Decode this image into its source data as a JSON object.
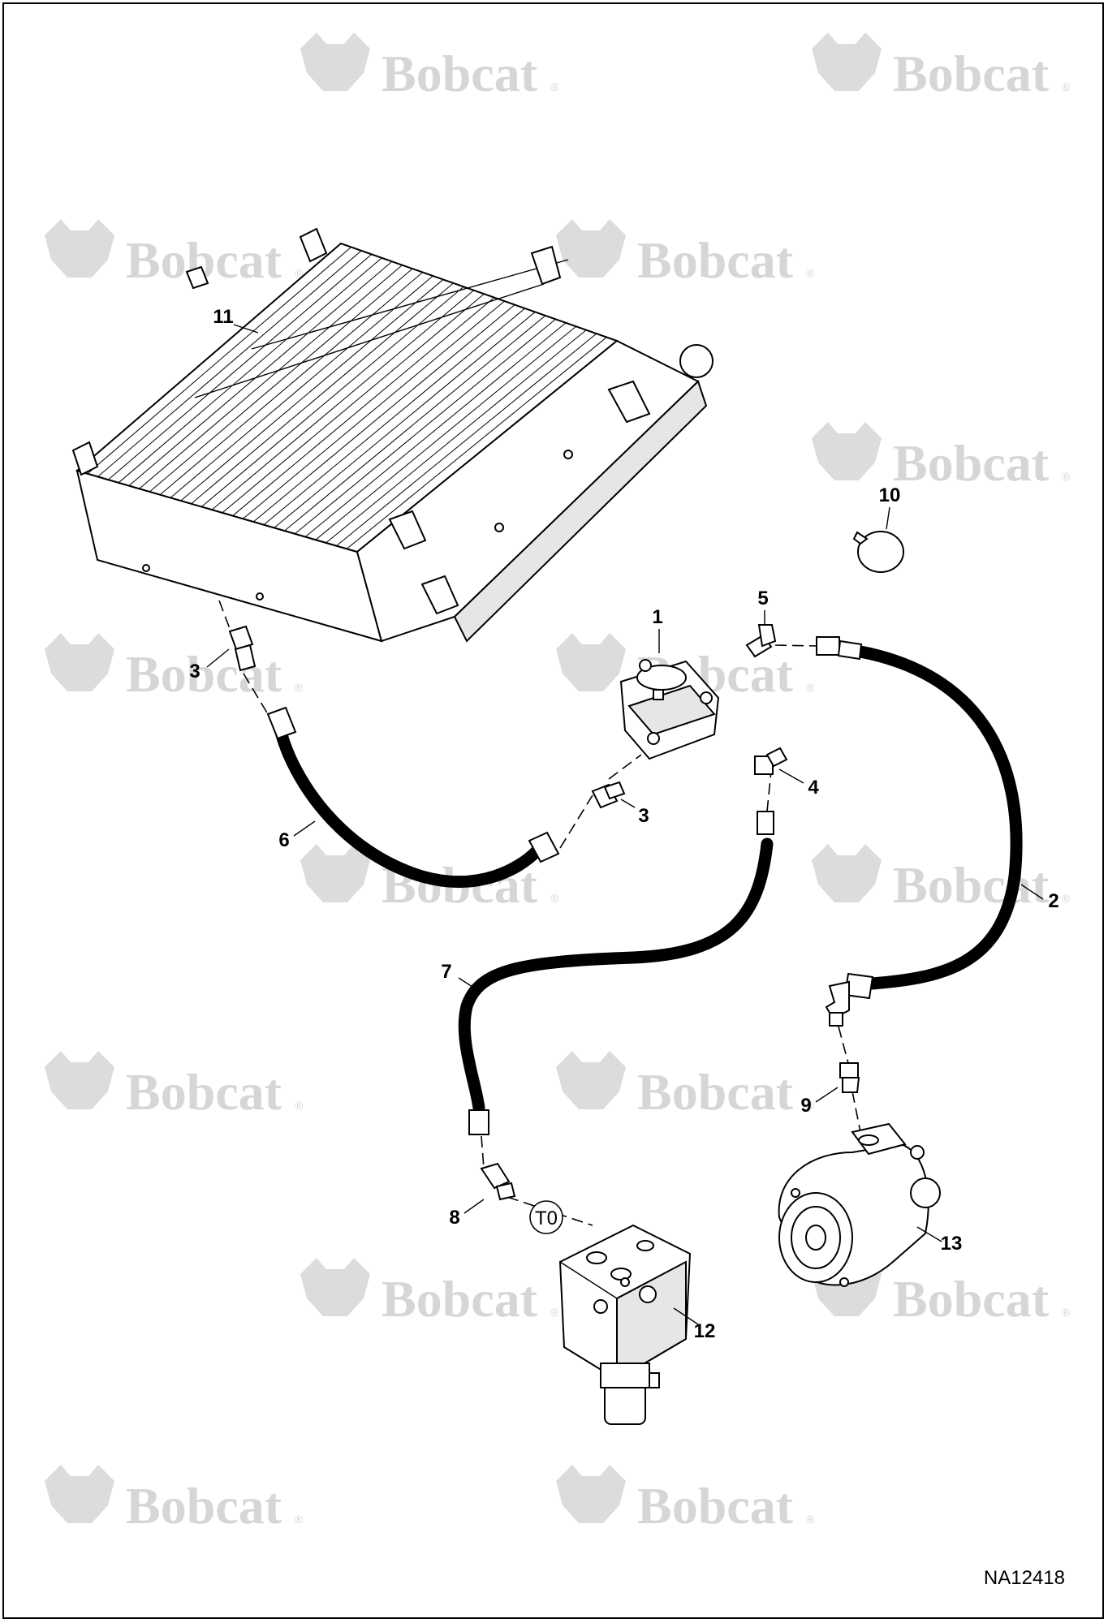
{
  "watermark": {
    "brand": "Bobcat",
    "registered_mark": "®"
  },
  "callouts": [
    {
      "id": "1",
      "label": "1"
    },
    {
      "id": "2",
      "label": "2"
    },
    {
      "id": "3a",
      "label": "3"
    },
    {
      "id": "3b",
      "label": "3"
    },
    {
      "id": "4",
      "label": "4"
    },
    {
      "id": "5",
      "label": "5"
    },
    {
      "id": "6",
      "label": "6"
    },
    {
      "id": "7",
      "label": "7"
    },
    {
      "id": "8",
      "label": "8"
    },
    {
      "id": "9",
      "label": "9"
    },
    {
      "id": "10",
      "label": "10"
    },
    {
      "id": "11",
      "label": "11"
    },
    {
      "id": "12",
      "label": "12"
    },
    {
      "id": "13",
      "label": "13"
    }
  ],
  "port_label": "T0",
  "figure_id": "NA12418"
}
